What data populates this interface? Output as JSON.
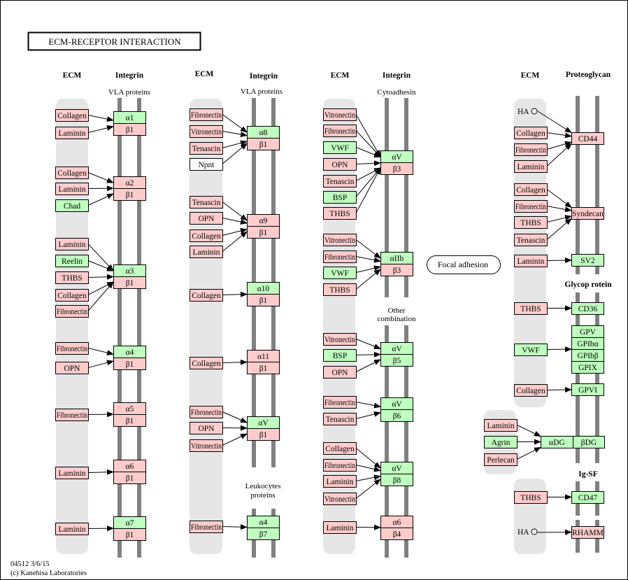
{
  "title": "ECM-RECEPTOR  INTERACTION",
  "footer": {
    "id_date": "04512 3/6/15",
    "copyright": "(c) Kanehisa Laboratories"
  },
  "colors": {
    "pink": "#ffcccc",
    "green": "#bfffbf",
    "white": "#ffffff",
    "lane": "#e6e6e6",
    "membrane": "#808080"
  },
  "labels": {
    "ecm1": "ECM",
    "integrin1": "Integrin",
    "vla1": "VLA proteins",
    "ecm2": "ECM",
    "integrin2": "Integrin",
    "vla2": "VLA proteins",
    "ecm3": "ECM",
    "integrin3": "Integrin",
    "cytoadhesin": "Cytoadhesin",
    "ecm4": "ECM",
    "proteoglycan": "Proteoglycan",
    "leuko1": "Leukocytes",
    "leuko2": "proteins",
    "other1": "Other",
    "other2": "combination",
    "glycoprotein": "Glycop rotein",
    "igsf": "Ig-SF"
  },
  "focal_adhesion": "Focal adhesion",
  "nodes": [
    {
      "id": "c1a",
      "label": "Collagen",
      "color": "pink"
    },
    {
      "id": "c1b",
      "label": "Laminin",
      "color": "pink"
    },
    {
      "id": "c1c",
      "label": "Collagen",
      "color": "pink"
    },
    {
      "id": "c1d",
      "label": "Laminin",
      "color": "pink"
    },
    {
      "id": "c1e",
      "label": "Chad",
      "color": "green"
    },
    {
      "id": "c1f",
      "label": "Laminin",
      "color": "pink"
    },
    {
      "id": "c1g",
      "label": "Reelin",
      "color": "green"
    },
    {
      "id": "c1h",
      "label": "THBS",
      "color": "pink"
    },
    {
      "id": "c1i",
      "label": "Collagen",
      "color": "pink"
    },
    {
      "id": "c1j",
      "label": "Fibronectin",
      "color": "pink"
    },
    {
      "id": "c1k",
      "label": "Fibronectin",
      "color": "pink"
    },
    {
      "id": "c1l",
      "label": "OPN",
      "color": "pink"
    },
    {
      "id": "c1m",
      "label": "Fibronectin",
      "color": "pink"
    },
    {
      "id": "c1n",
      "label": "Laminin",
      "color": "pink"
    },
    {
      "id": "c1o",
      "label": "Laminin",
      "color": "pink"
    },
    {
      "id": "r1a",
      "label": "α1",
      "color": "green"
    },
    {
      "id": "r1b",
      "label": "β1",
      "color": "pink"
    },
    {
      "id": "r2a",
      "label": "α2",
      "color": "pink"
    },
    {
      "id": "r2b",
      "label": "β1",
      "color": "pink"
    },
    {
      "id": "r3a",
      "label": "α3",
      "color": "green"
    },
    {
      "id": "r3b",
      "label": "β1",
      "color": "pink"
    },
    {
      "id": "r4a",
      "label": "α4",
      "color": "green"
    },
    {
      "id": "r4b",
      "label": "β1",
      "color": "pink"
    },
    {
      "id": "r5a",
      "label": "α5",
      "color": "pink"
    },
    {
      "id": "r5b",
      "label": "β1",
      "color": "pink"
    },
    {
      "id": "r6a",
      "label": "α6",
      "color": "pink"
    },
    {
      "id": "r6b",
      "label": "β1",
      "color": "pink"
    },
    {
      "id": "r7a",
      "label": "α7",
      "color": "green"
    },
    {
      "id": "r7b",
      "label": "β1",
      "color": "pink"
    },
    {
      "id": "c2a",
      "label": "Fibronectin",
      "color": "pink"
    },
    {
      "id": "c2b",
      "label": "Vitronectin",
      "color": "pink"
    },
    {
      "id": "c2c",
      "label": "Tenascin",
      "color": "pink"
    },
    {
      "id": "c2d",
      "label": "Npnt",
      "color": "white"
    },
    {
      "id": "c2e",
      "label": "Tenascin",
      "color": "pink"
    },
    {
      "id": "c2f",
      "label": "OPN",
      "color": "pink"
    },
    {
      "id": "c2g",
      "label": "Collagen",
      "color": "pink"
    },
    {
      "id": "c2h",
      "label": "Laminin",
      "color": "pink"
    },
    {
      "id": "c2i",
      "label": "Collagen",
      "color": "pink"
    },
    {
      "id": "c2j",
      "label": "Collagen",
      "color": "pink"
    },
    {
      "id": "c2k",
      "label": "Fibronectin",
      "color": "pink"
    },
    {
      "id": "c2l",
      "label": "OPN",
      "color": "pink"
    },
    {
      "id": "c2m",
      "label": "Vitronectin",
      "color": "pink"
    },
    {
      "id": "c2n",
      "label": "Fibronectin",
      "color": "pink"
    },
    {
      "id": "r8a",
      "label": "α8",
      "color": "green"
    },
    {
      "id": "r8b",
      "label": "β1",
      "color": "pink"
    },
    {
      "id": "r9a",
      "label": "α9",
      "color": "pink"
    },
    {
      "id": "r9b",
      "label": "β1",
      "color": "pink"
    },
    {
      "id": "r10a",
      "label": "α10",
      "color": "green"
    },
    {
      "id": "r10b",
      "label": "β1",
      "color": "pink"
    },
    {
      "id": "r11a",
      "label": "α11",
      "color": "pink"
    },
    {
      "id": "r11b",
      "label": "β1",
      "color": "pink"
    },
    {
      "id": "r12a",
      "label": "αV",
      "color": "green"
    },
    {
      "id": "r12b",
      "label": "β1",
      "color": "pink"
    },
    {
      "id": "r13a",
      "label": "α4",
      "color": "green"
    },
    {
      "id": "r13b",
      "label": "β7",
      "color": "green"
    },
    {
      "id": "c3a",
      "label": "Vitronectin",
      "color": "pink"
    },
    {
      "id": "c3b",
      "label": "Fibronectin",
      "color": "pink"
    },
    {
      "id": "c3c",
      "label": "VWF",
      "color": "green"
    },
    {
      "id": "c3d",
      "label": "OPN",
      "color": "pink"
    },
    {
      "id": "c3e",
      "label": "Tenascin",
      "color": "pink"
    },
    {
      "id": "c3f",
      "label": "BSP",
      "color": "green"
    },
    {
      "id": "c3g",
      "label": "THBS",
      "color": "pink"
    },
    {
      "id": "c3h",
      "label": "Vitronectin",
      "color": "pink"
    },
    {
      "id": "c3i",
      "label": "Fibronectin",
      "color": "pink"
    },
    {
      "id": "c3j",
      "label": "VWF",
      "color": "green"
    },
    {
      "id": "c3k",
      "label": "THBS",
      "color": "pink"
    },
    {
      "id": "c3l",
      "label": "Vitronectin",
      "color": "pink"
    },
    {
      "id": "c3m",
      "label": "BSP",
      "color": "green"
    },
    {
      "id": "c3n",
      "label": "OPN",
      "color": "pink"
    },
    {
      "id": "c3o",
      "label": "Fibronectin",
      "color": "pink"
    },
    {
      "id": "c3p",
      "label": "Tenascin",
      "color": "pink"
    },
    {
      "id": "c3q",
      "label": "Collagen",
      "color": "pink"
    },
    {
      "id": "c3r",
      "label": "Fibronectin",
      "color": "pink"
    },
    {
      "id": "c3s",
      "label": "Laminin",
      "color": "pink"
    },
    {
      "id": "c3t",
      "label": "Vitronectin",
      "color": "pink"
    },
    {
      "id": "c3u",
      "label": "Laminin",
      "color": "pink"
    },
    {
      "id": "r14a",
      "label": "αV",
      "color": "green"
    },
    {
      "id": "r14b",
      "label": "β3",
      "color": "pink"
    },
    {
      "id": "r15a",
      "label": "αIIb",
      "color": "green"
    },
    {
      "id": "r15b",
      "label": "β3",
      "color": "pink"
    },
    {
      "id": "r16a",
      "label": "αV",
      "color": "green"
    },
    {
      "id": "r16b",
      "label": "β5",
      "color": "green"
    },
    {
      "id": "r17a",
      "label": "αV",
      "color": "green"
    },
    {
      "id": "r17b",
      "label": "β6",
      "color": "green"
    },
    {
      "id": "r18a",
      "label": "αV",
      "color": "green"
    },
    {
      "id": "r18b",
      "label": "β8",
      "color": "green"
    },
    {
      "id": "r19a",
      "label": "α6",
      "color": "pink"
    },
    {
      "id": "r19b",
      "label": "β4",
      "color": "pink"
    },
    {
      "id": "ha1",
      "label": "HA",
      "color": "none"
    },
    {
      "id": "c4a",
      "label": "Collagen",
      "color": "pink"
    },
    {
      "id": "c4b",
      "label": "Fibronectin",
      "color": "pink"
    },
    {
      "id": "c4c",
      "label": "Laminin",
      "color": "pink"
    },
    {
      "id": "c4d",
      "label": "Collagen",
      "color": "pink"
    },
    {
      "id": "c4e",
      "label": "Fibronectin",
      "color": "pink"
    },
    {
      "id": "c4f",
      "label": "THBS",
      "color": "pink"
    },
    {
      "id": "c4g",
      "label": "Tenascin",
      "color": "pink"
    },
    {
      "id": "c4h",
      "label": "Laminin",
      "color": "pink"
    },
    {
      "id": "c4i",
      "label": "THBS",
      "color": "pink"
    },
    {
      "id": "c4j",
      "label": "VWF",
      "color": "green"
    },
    {
      "id": "c4k",
      "label": "Collagen",
      "color": "pink"
    },
    {
      "id": "c4l",
      "label": "Laminin",
      "color": "pink"
    },
    {
      "id": "c4m",
      "label": "Agrin",
      "color": "green"
    },
    {
      "id": "c4n",
      "label": "Perlecan",
      "color": "pink"
    },
    {
      "id": "c4o",
      "label": "THBS",
      "color": "pink"
    },
    {
      "id": "ha2",
      "label": "HA",
      "color": "none"
    },
    {
      "id": "cd44",
      "label": "CD44",
      "color": "pink"
    },
    {
      "id": "syn",
      "label": "Syndecan",
      "color": "pink"
    },
    {
      "id": "sv2",
      "label": "SV2",
      "color": "green"
    },
    {
      "id": "cd36",
      "label": "CD36",
      "color": "green"
    },
    {
      "id": "gpv",
      "label": "GPV",
      "color": "green"
    },
    {
      "id": "gpiba",
      "label": "GPIbα",
      "color": "green"
    },
    {
      "id": "gpibb",
      "label": "GPIbβ",
      "color": "green"
    },
    {
      "id": "gpix",
      "label": "GPIX",
      "color": "green"
    },
    {
      "id": "gpvi",
      "label": "GPVI",
      "color": "green"
    },
    {
      "id": "adg",
      "label": "αDG",
      "color": "green"
    },
    {
      "id": "bdg",
      "label": "βDG",
      "color": "green"
    },
    {
      "id": "cd47",
      "label": "CD47",
      "color": "green"
    },
    {
      "id": "rhamm",
      "label": "RHAMM",
      "color": "pink"
    }
  ],
  "edges": [
    [
      "c1a",
      "r1a"
    ],
    [
      "c1b",
      "r1a"
    ],
    [
      "c1c",
      "r2a"
    ],
    [
      "c1d",
      "r2a"
    ],
    [
      "c1e",
      "r2a"
    ],
    [
      "c1f",
      "r3a"
    ],
    [
      "c1g",
      "r3a"
    ],
    [
      "c1h",
      "r3a"
    ],
    [
      "c1i",
      "r3a"
    ],
    [
      "c1j",
      "r3a"
    ],
    [
      "c1k",
      "r4a"
    ],
    [
      "c1l",
      "r4a"
    ],
    [
      "c1m",
      "r5a"
    ],
    [
      "c1n",
      "r6a"
    ],
    [
      "c1o",
      "r7a"
    ],
    [
      "c2a",
      "r8a"
    ],
    [
      "c2b",
      "r8a"
    ],
    [
      "c2c",
      "r8a"
    ],
    [
      "c2d",
      "r8a"
    ],
    [
      "c2e",
      "r9a"
    ],
    [
      "c2f",
      "r9a"
    ],
    [
      "c2g",
      "r9a"
    ],
    [
      "c2h",
      "r9a"
    ],
    [
      "c2i",
      "r10a"
    ],
    [
      "c2j",
      "r11a"
    ],
    [
      "c2k",
      "r12a"
    ],
    [
      "c2l",
      "r12a"
    ],
    [
      "c2m",
      "r12a"
    ],
    [
      "c2n",
      "r13a"
    ],
    [
      "c3a",
      "r14a"
    ],
    [
      "c3b",
      "r14a"
    ],
    [
      "c3c",
      "r14a"
    ],
    [
      "c3d",
      "r14a"
    ],
    [
      "c3e",
      "r14a"
    ],
    [
      "c3f",
      "r14a"
    ],
    [
      "c3g",
      "r14a"
    ],
    [
      "c3h",
      "r15a"
    ],
    [
      "c3i",
      "r15a"
    ],
    [
      "c3j",
      "r15a"
    ],
    [
      "c3k",
      "r15a"
    ],
    [
      "c3l",
      "r16a"
    ],
    [
      "c3m",
      "r16a"
    ],
    [
      "c3n",
      "r16a"
    ],
    [
      "c3o",
      "r17a"
    ],
    [
      "c3p",
      "r17a"
    ],
    [
      "c3q",
      "r18a"
    ],
    [
      "c3r",
      "r18a"
    ],
    [
      "c3s",
      "r18a"
    ],
    [
      "c3t",
      "r18a"
    ],
    [
      "c3u",
      "r19a"
    ],
    [
      "ha1",
      "cd44"
    ],
    [
      "c4a",
      "cd44"
    ],
    [
      "c4b",
      "cd44"
    ],
    [
      "c4c",
      "cd44"
    ],
    [
      "c4d",
      "syn"
    ],
    [
      "c4e",
      "syn"
    ],
    [
      "c4f",
      "syn"
    ],
    [
      "c4g",
      "syn"
    ],
    [
      "c4h",
      "sv2"
    ],
    [
      "c4i",
      "cd36"
    ],
    [
      "c4j",
      "gpiba"
    ],
    [
      "c4k",
      "gpvi"
    ],
    [
      "c4l",
      "adg"
    ],
    [
      "c4m",
      "adg"
    ],
    [
      "c4n",
      "adg"
    ],
    [
      "c4o",
      "cd47"
    ],
    [
      "ha2",
      "rhamm"
    ]
  ]
}
